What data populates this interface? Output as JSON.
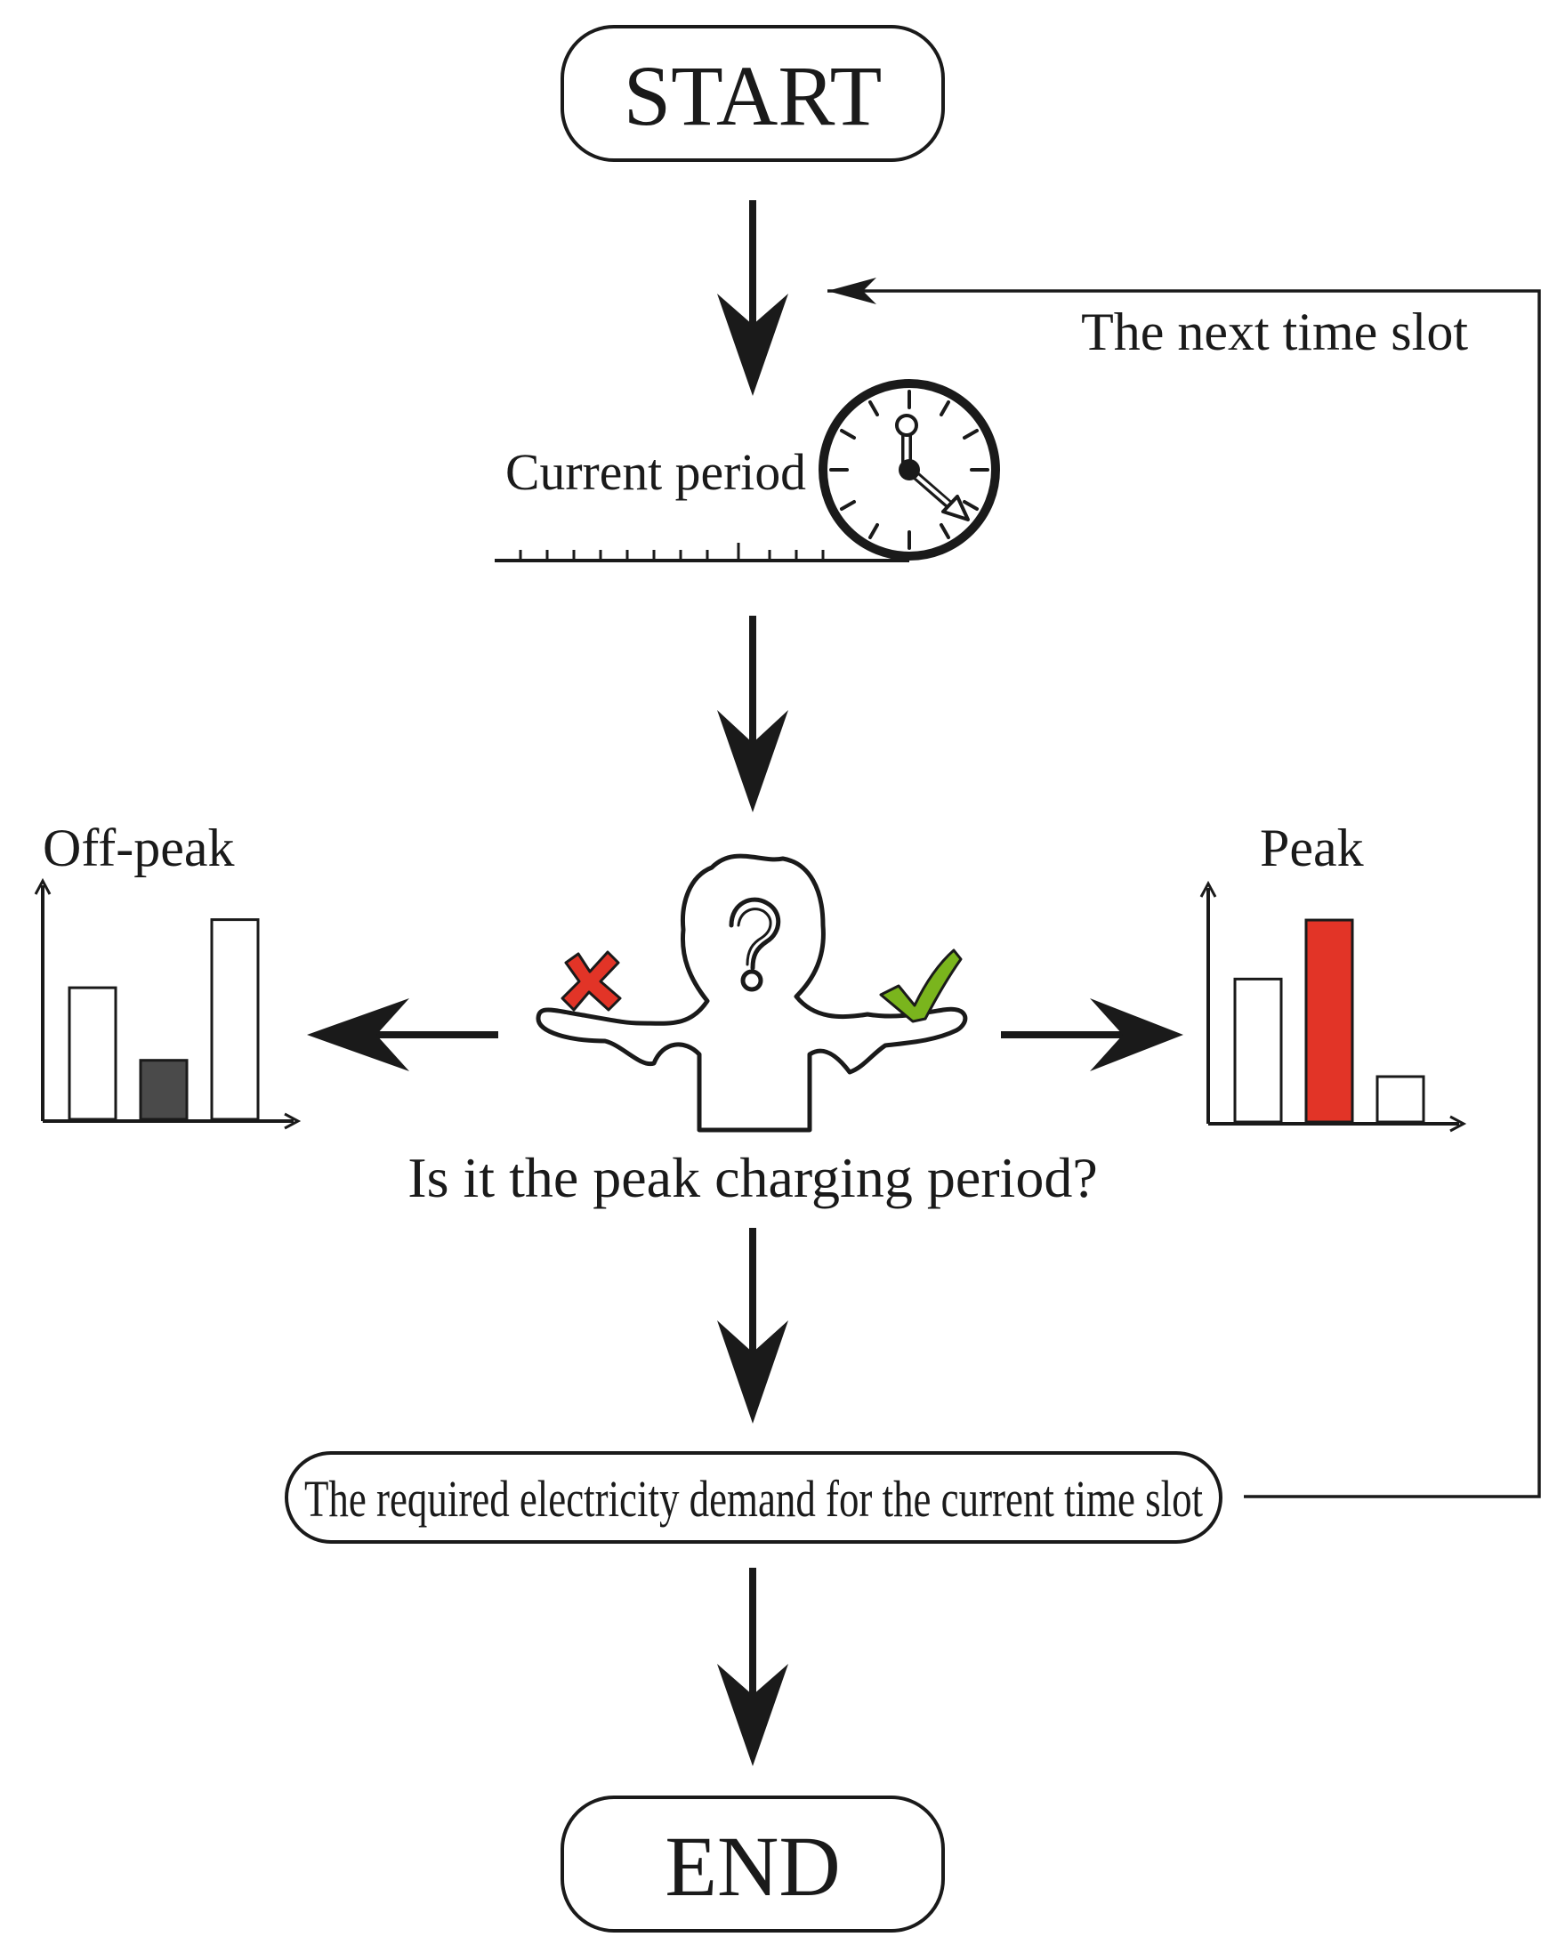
{
  "nodes": {
    "start": "START",
    "end": "END",
    "current_period": "Current period",
    "question": "Is it the peak charging period?",
    "demand": "The required electricity demand for the current time slot",
    "off_peak": "Off-peak",
    "peak": "Peak",
    "loop_label": "The next time slot"
  },
  "charts": {
    "off_peak": {
      "values": [
        0.58,
        0.26,
        0.88
      ],
      "fills": [
        "#ffffff",
        "#4a4a4a",
        "#ffffff"
      ]
    },
    "peak": {
      "values": [
        0.63,
        0.89,
        0.2
      ],
      "fills": [
        "#ffffff",
        "#e23427",
        "#ffffff"
      ]
    }
  },
  "colors": {
    "stroke": "#1a1a1a",
    "cross": "#e23427",
    "check": "#7ab51d"
  },
  "icons": {
    "clock": "clock-icon",
    "thinker": "person-question-icon",
    "cross": "cross-icon",
    "check": "check-icon"
  }
}
